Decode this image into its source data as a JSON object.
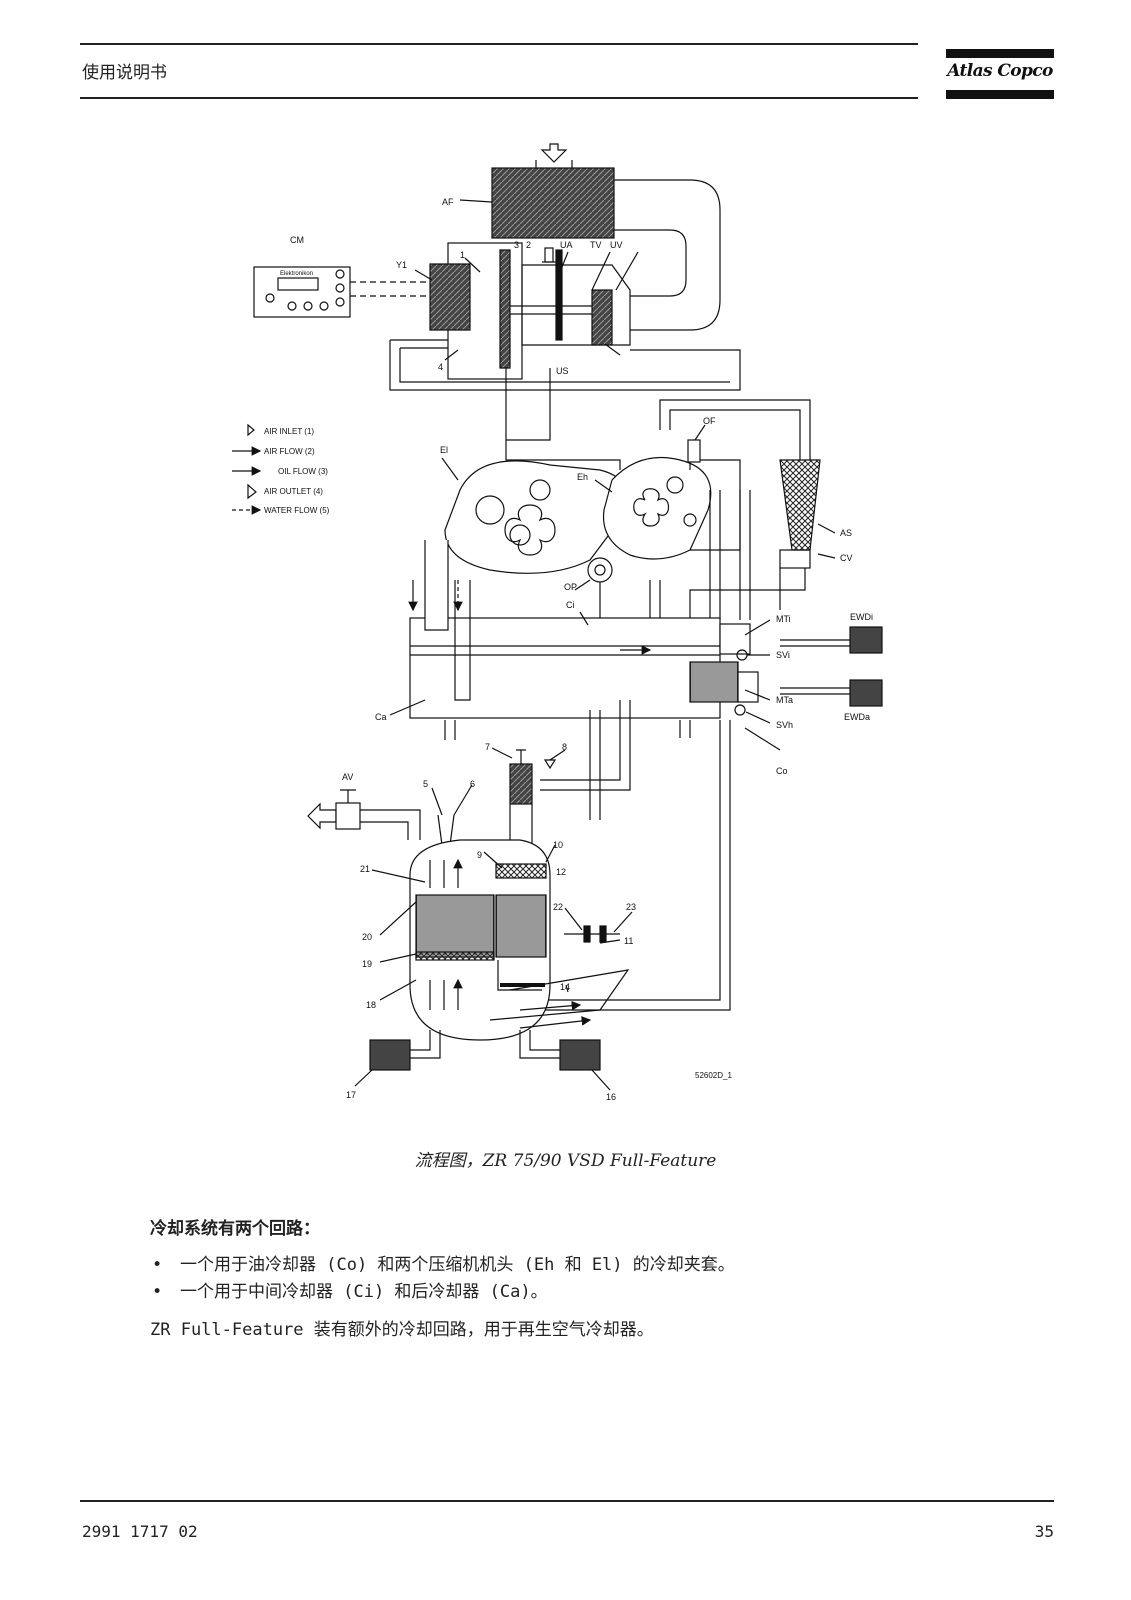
{
  "header": {
    "title": "使用说明书",
    "logo_text": "Atlas Copco"
  },
  "figure": {
    "labels": {
      "af": "AF",
      "cm": "CM",
      "y1": "Y1",
      "n1": "1",
      "n2": "2",
      "n3": "3",
      "ua": "UA",
      "tv": "TV",
      "uv": "UV",
      "n4": "4",
      "us": "US",
      "el": "El",
      "eh": "Eh",
      "of": "OF",
      "as": "AS",
      "cv": "CV",
      "op": "OP",
      "ci": "Ci",
      "mti": "MTi",
      "sv": "SVi",
      "ewdi": "EWDi",
      "mta": "MTa",
      "ewda": "EWDa",
      "svh": "SVh",
      "co": "Co",
      "ca": "Ca",
      "av": "AV",
      "n5": "5",
      "n6": "6",
      "n7": "7",
      "n8": "8",
      "n9": "9",
      "n10": "10",
      "n11": "11",
      "n12": "12",
      "n14": "14",
      "n16": "16",
      "n17": "17",
      "n18": "18",
      "n19": "19",
      "n20": "20",
      "n21": "21",
      "n22": "22",
      "n23": "23",
      "ref": "52602D_1",
      "elektronikon": "Elektronikon"
    },
    "legend": [
      "AIR INLET (1)",
      "AIR FLOW (2)",
      "OIL FLOW (3)",
      "AIR OUTLET (4)",
      "WATER FLOW (5)"
    ]
  },
  "caption": "流程图，ZR 75/90 VSD Full-Feature",
  "body": {
    "title": "冷却系统有两个回路：",
    "bullets": [
      "一个用于油冷却器 (Co) 和两个压缩机机头 (Eh 和 El) 的冷却夹套。",
      "一个用于中间冷却器 (Ci) 和后冷却器 (Ca)。"
    ],
    "note": "ZR Full-Feature 装有额外的冷却回路，用于再生空气冷却器。",
    "bullet_symbol": "•"
  },
  "footer": {
    "doc_number": "2991 1717 02",
    "page_number": "35"
  }
}
